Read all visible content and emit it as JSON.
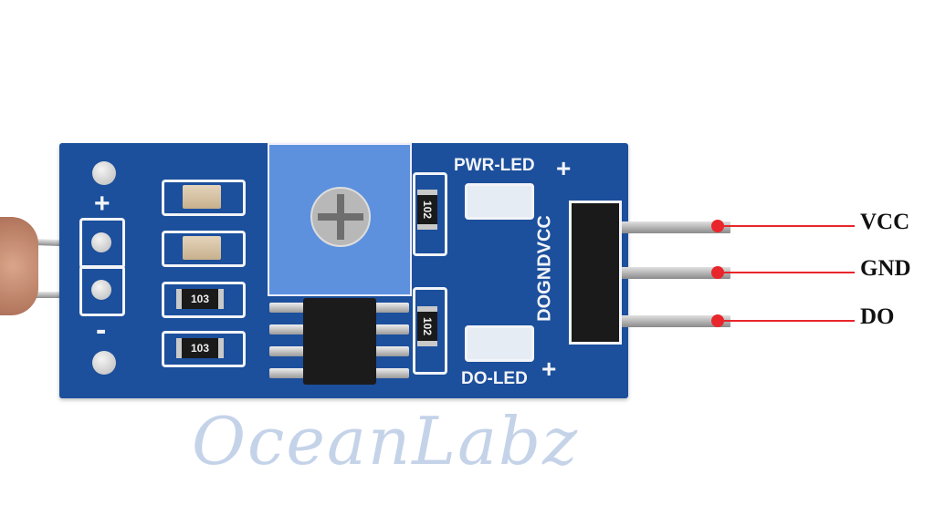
{
  "board": {
    "silkscreen": {
      "plus_top": "+",
      "minus": "-",
      "pwr_led": "PWR-LED",
      "pwr_plus": "+",
      "do_led": "DO-LED",
      "do_plus": "+",
      "header_pins": "DOGNDVCC"
    },
    "resistors": [
      "103",
      "103",
      "102",
      "102"
    ],
    "watermark": "OceanLabz",
    "colors": {
      "pcb": "#1c4f9c",
      "potentiometer": "#5d91de",
      "leader": "#e8262b"
    }
  },
  "pinout": [
    {
      "label": "VCC"
    },
    {
      "label": "GND"
    },
    {
      "label": "DO"
    }
  ]
}
